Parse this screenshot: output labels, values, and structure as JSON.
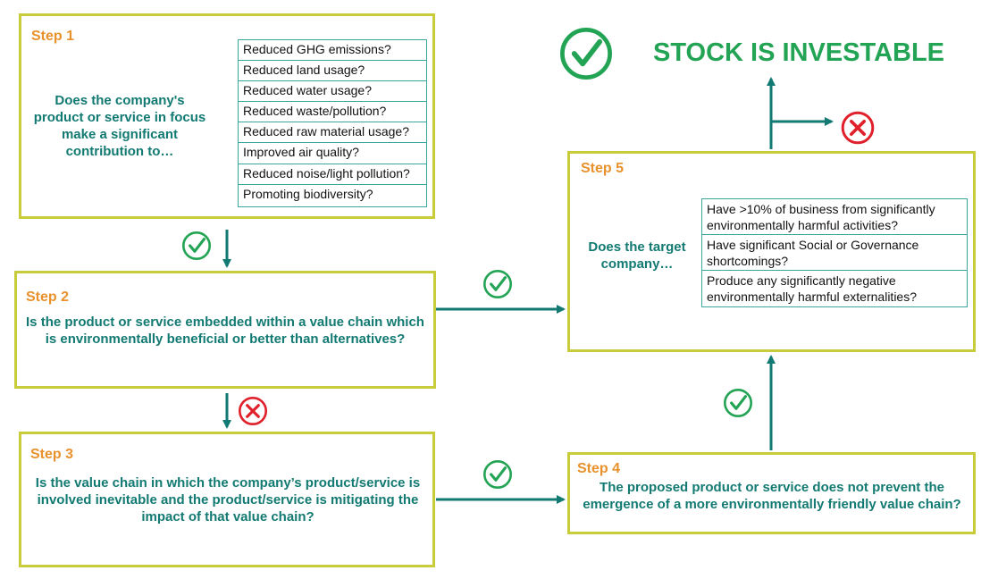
{
  "title": "STOCK IS INVESTABLE",
  "steps": [
    {
      "label": "Step 1",
      "question": "Does the company's product or service in focus make a significant contribution to…",
      "items": [
        "Reduced GHG emissions?",
        "Reduced land usage?",
        "Reduced water usage?",
        "Reduced waste/pollution?",
        "Reduced raw material usage?",
        "Improved air quality?",
        "Reduced noise/light pollution?",
        "Promoting biodiversity?"
      ]
    },
    {
      "label": "Step 2",
      "question": "Is the product or service embedded within a value chain which is environmentally beneficial or better than alternatives?"
    },
    {
      "label": "Step 3",
      "question": "Is the value chain in which the company’s product/service is involved inevitable and the product/service is mitigating the impact of that value chain?"
    },
    {
      "label": "Step 4",
      "question": "The proposed product or service does not prevent the emergence of a more environmentally friendly value chain?"
    },
    {
      "label": "Step 5",
      "question": "Does the target company…",
      "items": [
        "Have >10% of business from significantly environmentally harmful activities?",
        "Have significant Social or Governance shortcomings?",
        "Produce any significantly negative environmentally harmful externalities?"
      ]
    }
  ],
  "colors": {
    "box_border": "#c8cc3a",
    "step_label": "#e8912d",
    "question_text": "#127a72",
    "arrow": "#127a72",
    "check": "#23a455",
    "cross": "#e0202a",
    "title": "#23a455",
    "list_border": "#3aa6a0"
  },
  "icons": {
    "yes": "check-circle-icon",
    "no": "cross-circle-icon"
  }
}
